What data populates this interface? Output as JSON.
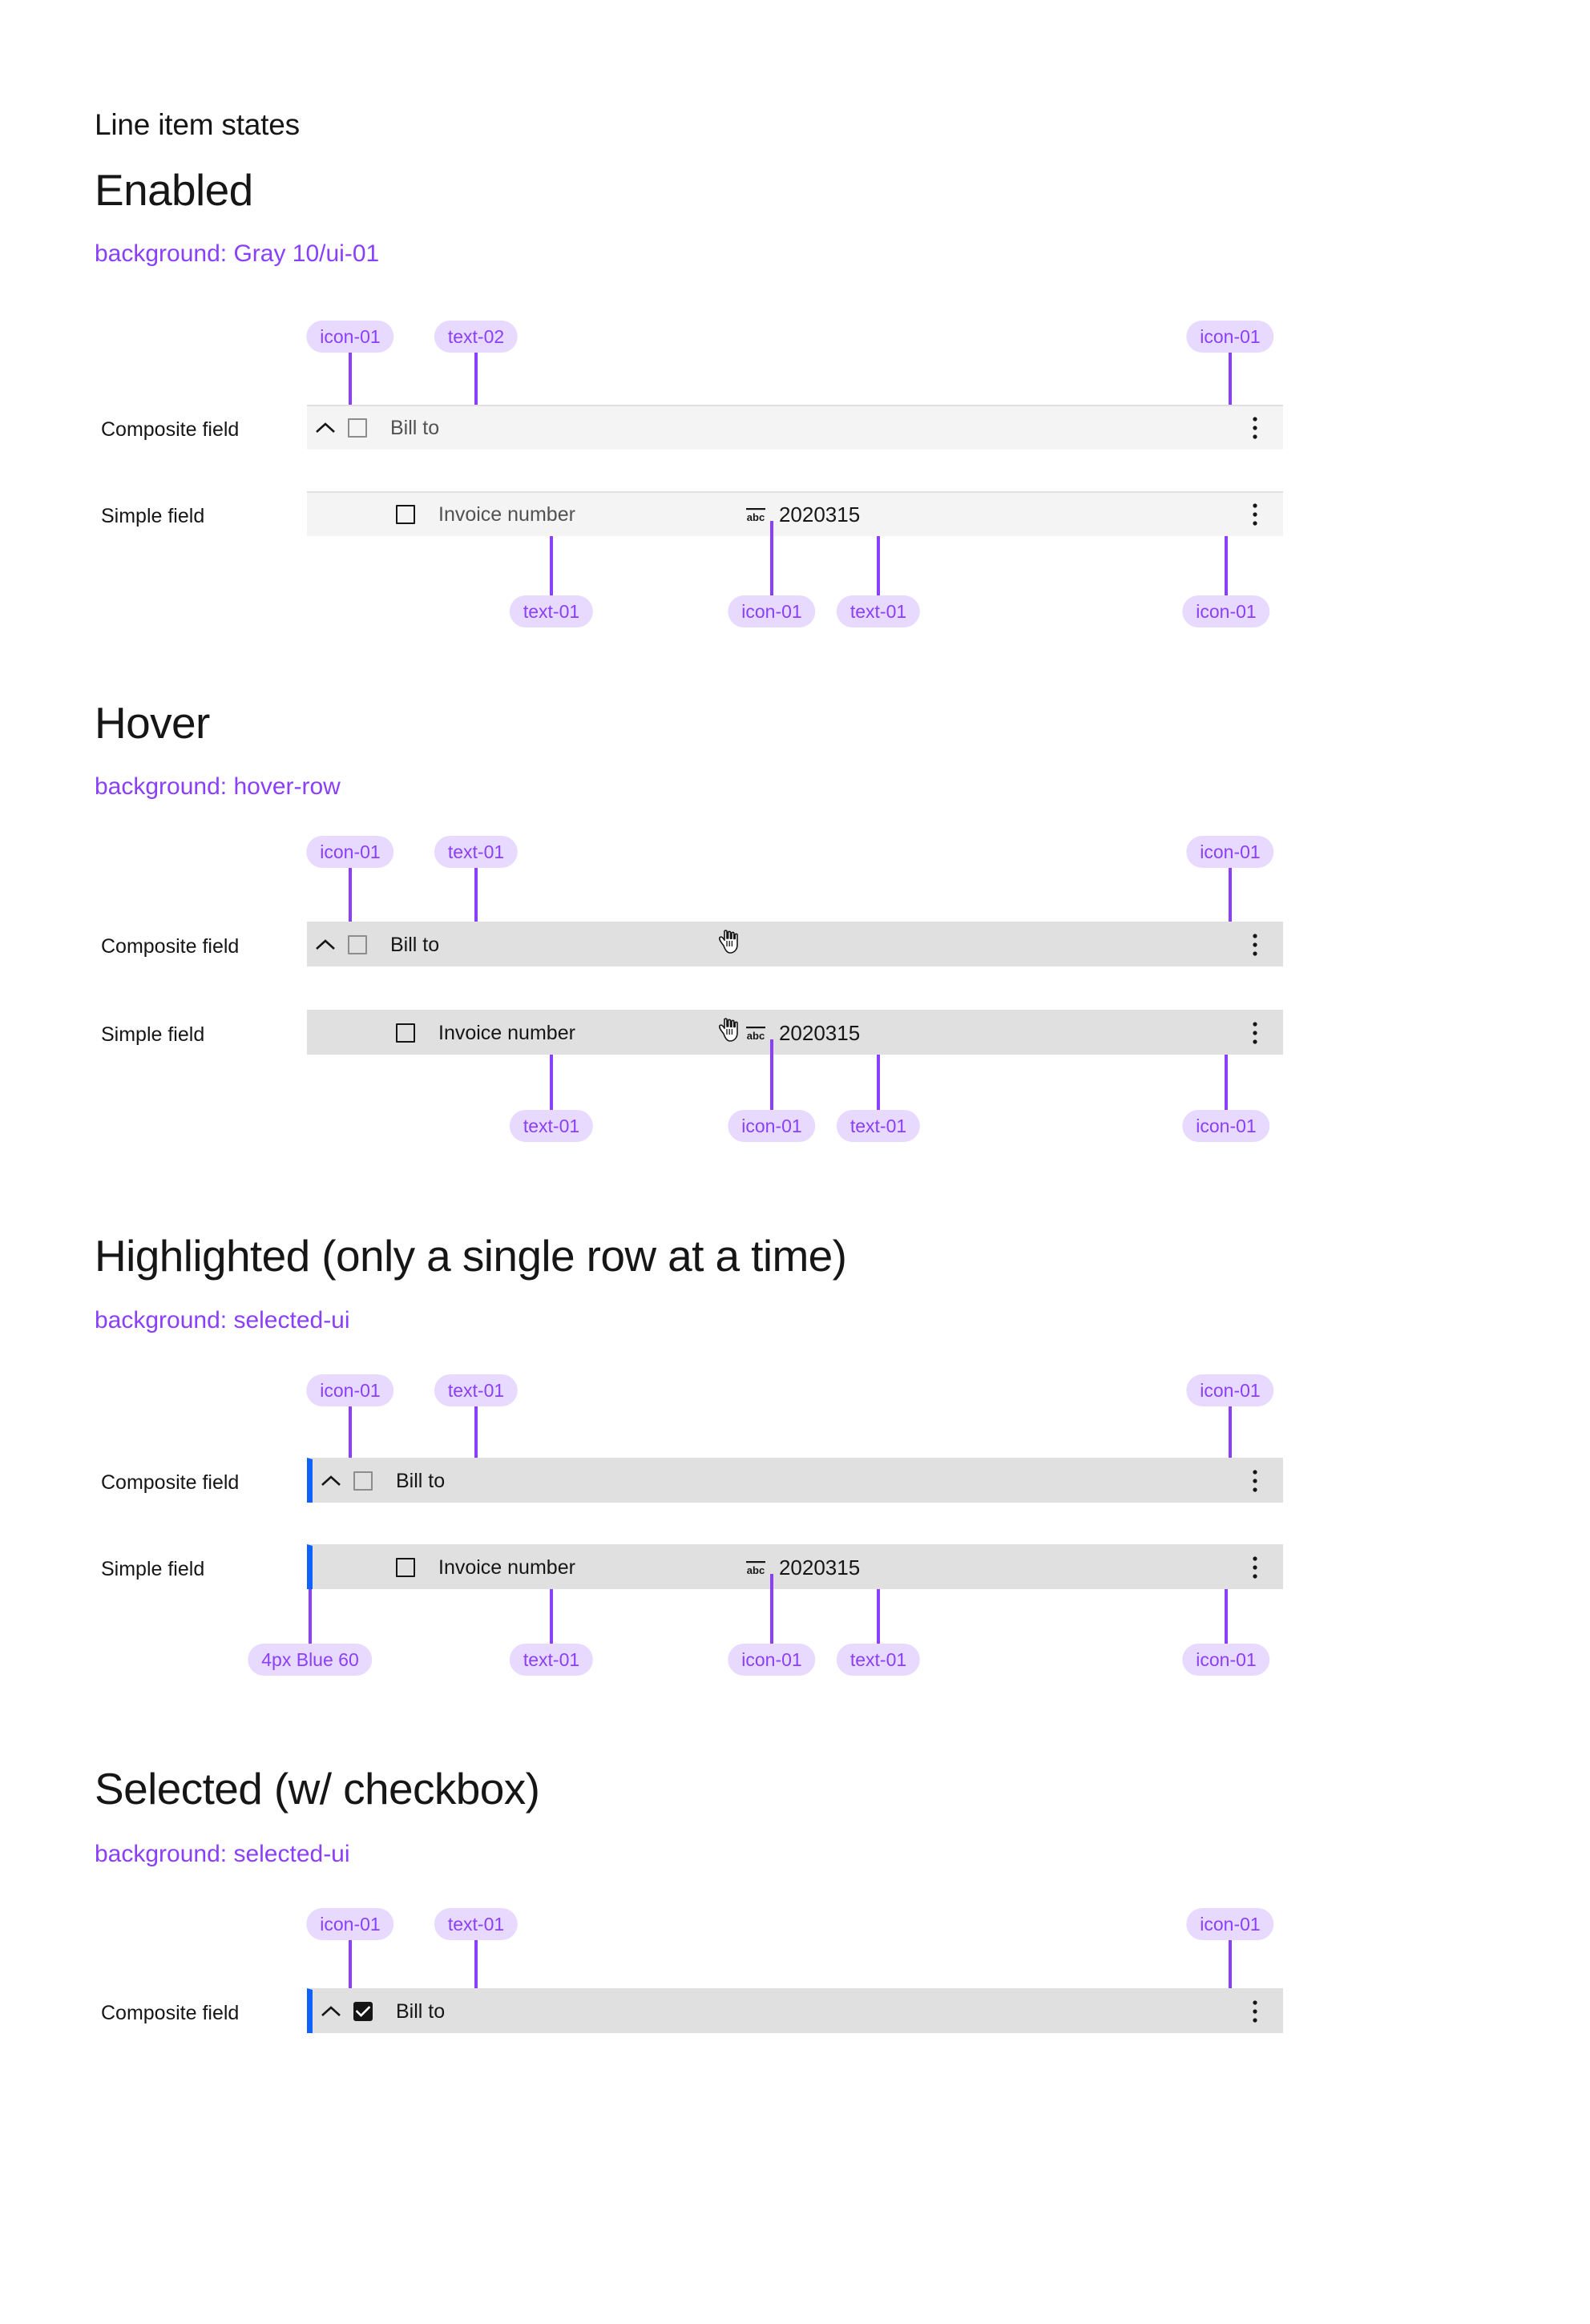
{
  "page": {
    "title": "Line item states"
  },
  "labels": {
    "composite_field": "Composite field",
    "simple_field": "Simple field"
  },
  "annotations": {
    "icon_01": "icon-01",
    "text_01": "text-01",
    "text_02": "text-02",
    "blue_border": "4px Blue 60"
  },
  "colors": {
    "annotation_pill_bg": "#e8daff",
    "annotation_text": "#8a3ffc",
    "row_enabled_bg": "#f4f4f4",
    "row_hover_bg": "#e0e0e0",
    "row_selected_bg": "#e0e0e0",
    "accent_blue_60": "#0f62fe",
    "text_01": "#161616",
    "text_02": "#525252",
    "border": "#e0e0e0"
  },
  "sections": [
    {
      "id": "enabled",
      "title": "Enabled",
      "subtitle": "background: Gray 10/ui-01",
      "rows": [
        {
          "kind": "composite",
          "label": "Composite field",
          "field_text": "Bill to",
          "field_text_token": "text-02"
        },
        {
          "kind": "simple",
          "label": "Simple field",
          "field_text": "Invoice number",
          "field_text_token": "text-01",
          "value": "2020315",
          "value_icon": "abc"
        }
      ]
    },
    {
      "id": "hover",
      "title": "Hover",
      "subtitle": "background: hover-row",
      "rows": [
        {
          "kind": "composite",
          "label": "Composite field",
          "field_text": "Bill to",
          "field_text_token": "text-01"
        },
        {
          "kind": "simple",
          "label": "Simple field",
          "field_text": "Invoice number",
          "field_text_token": "text-01",
          "value": "2020315",
          "value_icon": "abc"
        }
      ]
    },
    {
      "id": "highlighted",
      "title": "Highlighted (only a single row at a time)",
      "subtitle": "background: selected-ui",
      "rows": [
        {
          "kind": "composite",
          "label": "Composite field",
          "field_text": "Bill to",
          "field_text_token": "text-01"
        },
        {
          "kind": "simple",
          "label": "Simple field",
          "field_text": "Invoice number",
          "field_text_token": "text-01",
          "value": "2020315",
          "value_icon": "abc"
        }
      ]
    },
    {
      "id": "selected",
      "title": "Selected (w/ checkbox)",
      "subtitle": "background: selected-ui",
      "rows": [
        {
          "kind": "composite",
          "label": "Composite field",
          "field_text": "Bill to",
          "field_text_token": "text-01",
          "checkbox_checked": true
        }
      ]
    }
  ]
}
